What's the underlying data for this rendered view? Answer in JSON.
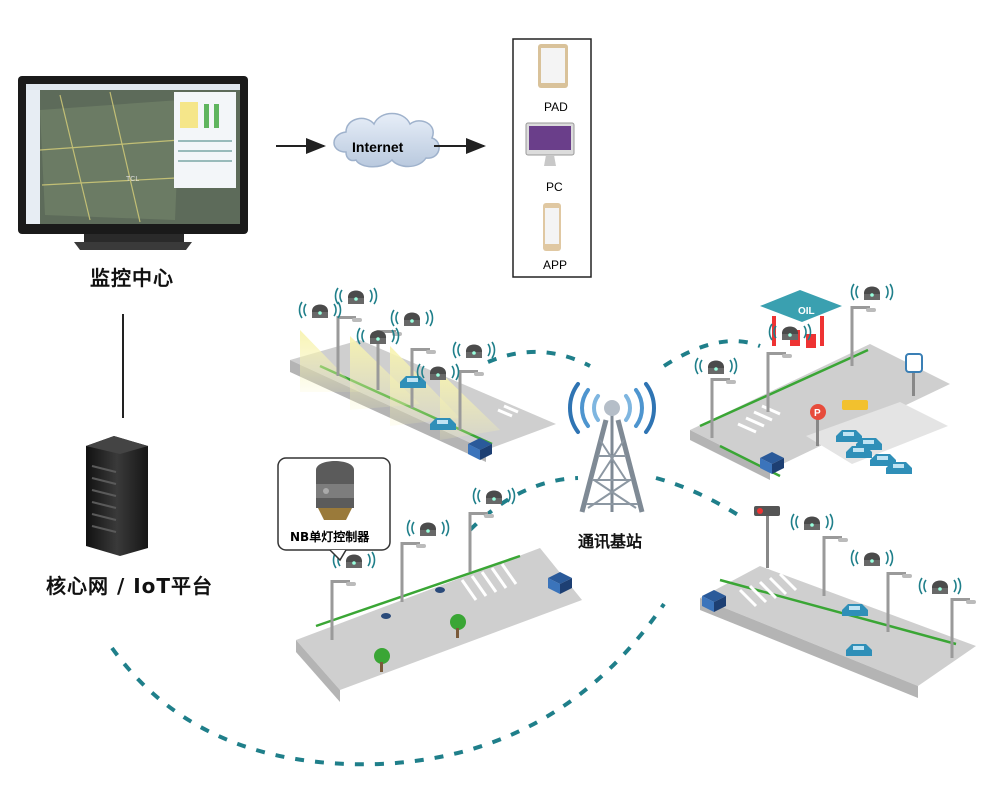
{
  "labels": {
    "monitor_center": "监控中心",
    "core_network": "核心网 / IoT平台",
    "internet": "Internet",
    "base_station": "通讯基站",
    "controller": "NB单灯控制器",
    "parking_sign": "P",
    "gas_sign": "OIL"
  },
  "devices": [
    "PAD",
    "PC",
    "APP"
  ],
  "monitor_brand": "TCL",
  "colors": {
    "signal": "#1f7f8a",
    "road": "#cfcfcf",
    "road_green": "#3aa635",
    "bus": "#3a7fb5",
    "car": "#2f8fb8",
    "lamp_glow": "#f3f0b8"
  },
  "icons": [
    "monitor-icon",
    "server-rack-icon",
    "cloud-icon",
    "tablet-icon",
    "desktop-icon",
    "phone-icon",
    "antenna-tower-icon",
    "street-lamp-icon",
    "gas-station-icon",
    "parking-sign-icon",
    "controller-icon"
  ]
}
